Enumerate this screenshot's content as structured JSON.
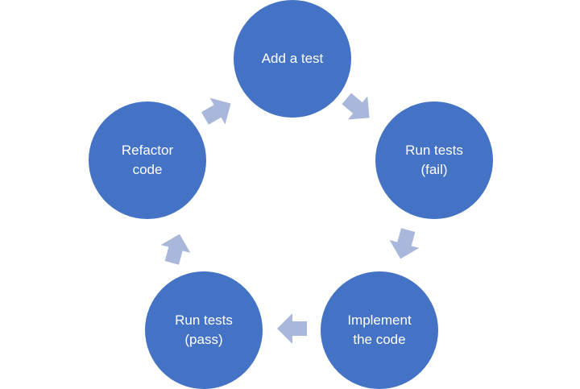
{
  "diagram": {
    "type": "cycle",
    "colors": {
      "node_fill": "#4472C4",
      "node_text": "#FFFFFF",
      "arrow_fill": "#A9B7DB",
      "background": "#FFFFFF"
    },
    "nodes": [
      {
        "id": "add",
        "label": "Add a test"
      },
      {
        "id": "run-fail",
        "label": "Run tests\n(fail)"
      },
      {
        "id": "implement",
        "label": "Implement\nthe code"
      },
      {
        "id": "run-pass",
        "label": "Run tests\n(pass)"
      },
      {
        "id": "refactor",
        "label": "Refactor\ncode"
      }
    ],
    "edges": [
      {
        "from": "add",
        "to": "run-fail"
      },
      {
        "from": "run-fail",
        "to": "implement"
      },
      {
        "from": "implement",
        "to": "run-pass"
      },
      {
        "from": "run-pass",
        "to": "refactor"
      },
      {
        "from": "refactor",
        "to": "add"
      }
    ]
  }
}
